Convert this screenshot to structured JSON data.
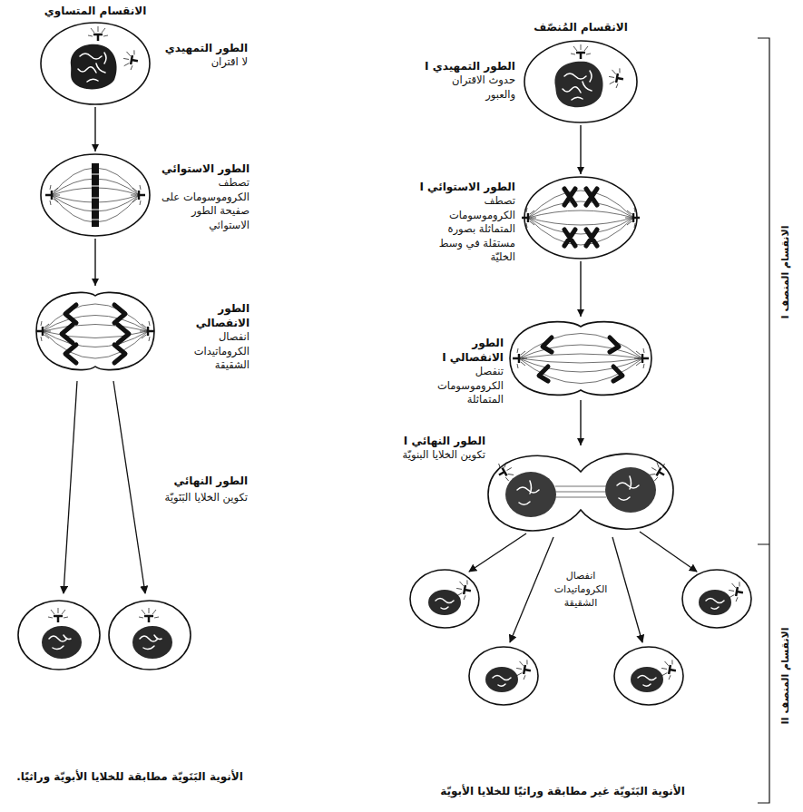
{
  "diagram": {
    "nodes": [
      {
        "text": [
          "الطور التمهيدي",
          "لا اقتران"
        ]
      },
      {
        "text": [
          "الطور الاستوائي",
          "تصطف الكروموسومات على صفيحة الطور الاستوائي"
        ]
      },
      {
        "text": [
          "الطور الانفصالي",
          "انفصال الكروماتيدات الشقيقة"
        ]
      },
      {
        "text": [
          "الطور التمهيدي I",
          "حدوث الاقتران والعبور"
        ]
      },
      {
        "text": [
          "الطور الاستوائي I",
          "تصطف الكروموسومات المتماثلة بصورة مستقلة في وسط الخليّة"
        ]
      },
      {
        "text": [
          "الطور الانفصالي I",
          "تنفصل الكروموسومات المتماثلة"
        ]
      },
      {
        "text": [
          "الطور النهائي I",
          "تكوين الخلايا البنويّة"
        ]
      }
    ],
    "edges": [
      {
        "from": 0,
        "to": 1,
        "arrow": "to"
      },
      {
        "from": 1,
        "to": 2,
        "arrow": "to"
      },
      {
        "from": 3,
        "to": 4,
        "arrow": "to"
      },
      {
        "from": 4,
        "to": 5,
        "arrow": "to"
      },
      {
        "from": 5,
        "to": 6,
        "arrow": "to"
      }
    ],
    "labels": [
      "الانقسام المتساوي",
      "الانقسام المُنصّف",
      "الطور النهائي",
      "تكوين الخلايا البَنَويّة",
      "انفصال الكروماتيدات الشقيقة",
      "الأنوية البَنَويّة مطابقة للخلايا الأبويّة وراثيًا.",
      "الأنوية البَنَويّة غير مطابقة وراثيًا للخلايا الأبويّة",
      "الانقسام المنصف I",
      "الانقسام المنصف II"
    ]
  }
}
